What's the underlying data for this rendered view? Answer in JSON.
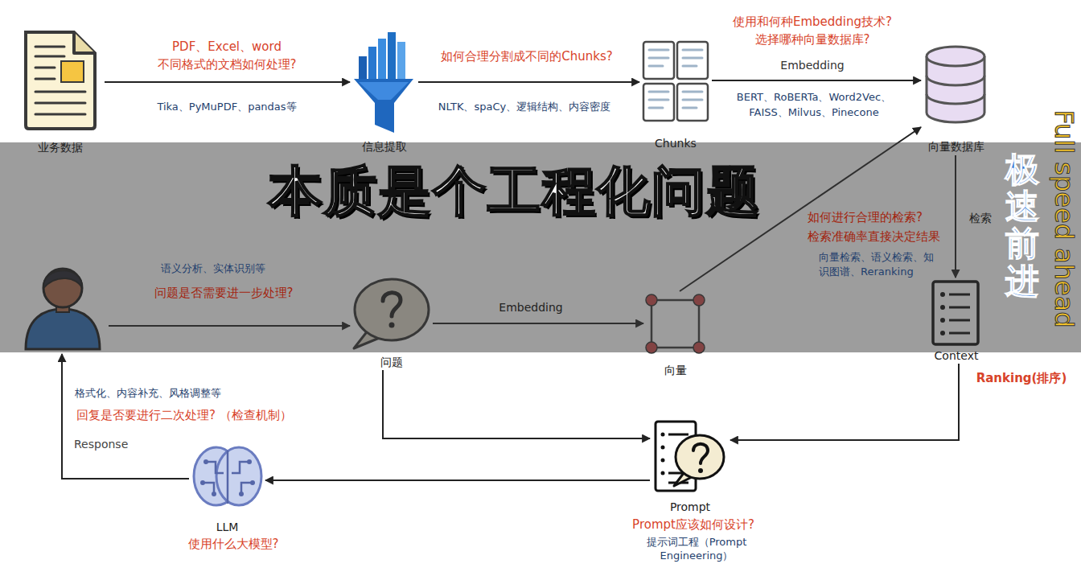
{
  "diagram": {
    "nodes": [
      {
        "text": [
          "业务数据"
        ]
      },
      {
        "text": [
          "信息提取"
        ]
      },
      {
        "text": [
          "Chunks"
        ]
      },
      {
        "text": [
          "向量数据库"
        ]
      },
      {
        "text": []
      },
      {
        "text": [
          "问题"
        ]
      },
      {
        "text": [
          "向量"
        ]
      },
      {
        "text": [
          "Context"
        ]
      },
      {
        "text": [
          "LLM"
        ]
      },
      {
        "text": [
          "Prompt"
        ]
      }
    ],
    "edges": [
      {
        "from": 0,
        "to": 1,
        "arrow": "to",
        "label": "PDF、Excel、word 不同格式的文档如何处理?"
      },
      {
        "from": 1,
        "to": 2,
        "arrow": "to",
        "label": "如何合理分割成不同的Chunks?"
      },
      {
        "from": 2,
        "to": 3,
        "arrow": "to",
        "label": "Embedding"
      },
      {
        "from": 3,
        "to": 7,
        "arrow": "to",
        "label": "检索"
      },
      {
        "from": 4,
        "to": 5,
        "arrow": "to",
        "label": "问题是否需要进一步处理?"
      },
      {
        "from": 5,
        "to": 6,
        "arrow": "to",
        "label": "Embedding"
      },
      {
        "from": 6,
        "to": 3,
        "arrow": "to"
      },
      {
        "from": 5,
        "to": 9,
        "arrow": "to"
      },
      {
        "from": 7,
        "to": 9,
        "arrow": "to"
      },
      {
        "from": 9,
        "to": 8,
        "arrow": "to"
      },
      {
        "from": 8,
        "to": 4,
        "arrow": "to",
        "label": "Response"
      }
    ],
    "labels": [
      "Tika、PyMuPDF、pandas等",
      "NLTK、spaCy、逻辑结构、内容密度",
      "使用和何种Embedding技术? 选择哪种向量数据库?",
      "BERT、RoBERTa、Word2Vec、 FAISS、Milvus、Pinecone",
      "如何进行合理的检索? 检索准确率直接决定结果",
      "向量检索、语义检索、知识图谱、Reranking",
      "Ranking(排序)",
      "语义分析、实体识别等",
      "格式化、内容补充、风格调整等",
      "回复是否要进行二次处理? （检查机制）",
      "使用什么大模型?",
      "Prompt应该如何设计?",
      "提示词工程（Prompt Engineering）",
      "本质是个工程化问题",
      "Full speed ahead",
      "极速前进"
    ]
  }
}
